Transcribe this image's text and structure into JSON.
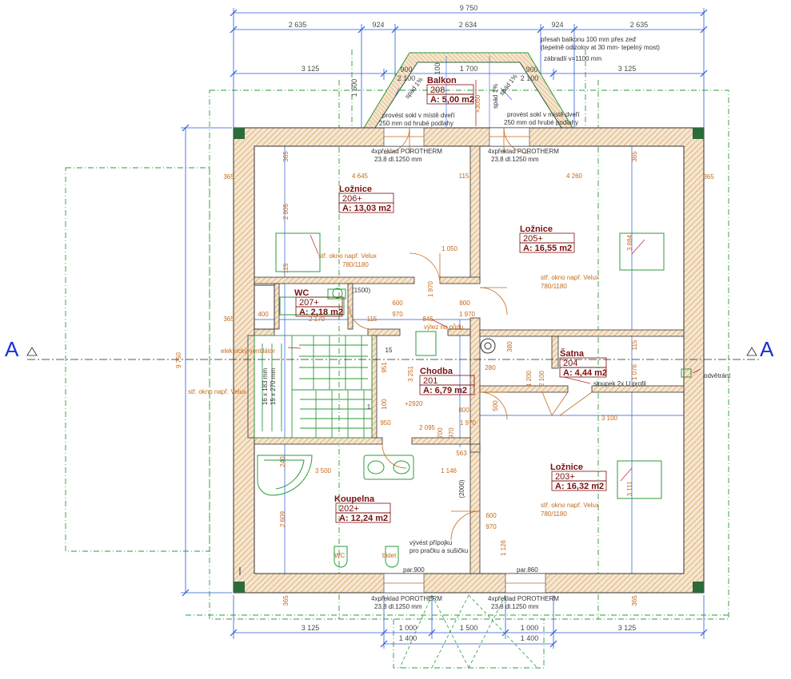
{
  "dimensions": {
    "top_total": "9 750",
    "top_row2": [
      "2 635",
      "924",
      "2 634",
      "924",
      "2 635"
    ],
    "top_row3": [
      "3 125",
      "1 700",
      "3 125"
    ],
    "balcony_dims": [
      "900",
      "900",
      "2 100",
      "2 100",
      "100",
      "1 600"
    ],
    "bottom_row1": [
      "3 125",
      "1 000",
      "1 500",
      "1 000",
      "3 125"
    ],
    "bottom_row2": [
      "1 400",
      "1 400"
    ],
    "left_total": "9 750",
    "side_365": "365",
    "inner": [
      "4 645",
      "115",
      "4 260",
      "2 805",
      "115",
      "1 050",
      "1 970",
      "970",
      "600",
      "800",
      "1 970",
      "845",
      "115",
      "400",
      "2 170",
      "380",
      "280",
      "3 251",
      "951",
      "100",
      "950",
      "2 095",
      "1 970",
      "700",
      "970",
      "800",
      "500",
      "1 200",
      "2 100",
      "3 100",
      "1 146",
      "563",
      "3 500",
      "2 609",
      "240",
      "600",
      "970",
      "1 126",
      "1 076",
      "115",
      "3 884",
      "3 111",
      "900"
    ],
    "stair_rise": "16 x 183 mm",
    "stair_tread": "15 x 270 mm",
    "stair_steps": [
      "15",
      "1"
    ]
  },
  "notes": {
    "balcony_note": [
      "přesah balkonu 100 mm přes zeď",
      "(tepelně odizolov at 30 mm- tepelný most)"
    ],
    "railing": "zábradlí v=1100 mm",
    "slope": "spád 1%",
    "sill_left": [
      "provést sokl v místě dveří",
      "250 mm od hrubé podlahy"
    ],
    "sill_right": [
      "provést sokl v místě dveří",
      "250 mm od hrubé podlahy"
    ],
    "lintel": [
      "4xpřeklad POROTHERM",
      "23,8 dl.1250 mm"
    ],
    "window": "stř. okno např. Velux",
    "window_size": "780/1180",
    "attic": "výlez na půdu",
    "fan": "elektrický ventilátor",
    "column": "sloupek 2x U profil",
    "vent": "odvětrání",
    "washer": [
      "vývést přípojku",
      "pro pračku a sušičku"
    ],
    "wc_fixture": "WC",
    "bidet": "bidet",
    "par_900": "par.900",
    "par_860": "par.860",
    "height_2000": "(2000)",
    "height_1500": "(1500)",
    "level": "+2920",
    "level2": "+3050",
    "section_marker": "A"
  },
  "rooms": [
    {
      "name": "Balkon",
      "num": "208",
      "area": "A: 5,00 m2"
    },
    {
      "name": "Ložnice",
      "num": "206+",
      "area": "A: 13,03 m2"
    },
    {
      "name": "Ložnice",
      "num": "205+",
      "area": "A: 16,55 m2"
    },
    {
      "name": "WC",
      "num": "207+",
      "area": "A: 2,18 m2"
    },
    {
      "name": "Šatna",
      "num": "204",
      "area": "A: 4,44 m2"
    },
    {
      "name": "Chodba",
      "num": "201",
      "area": "A: 6,79 m2"
    },
    {
      "name": "Ložnice",
      "num": "203+",
      "area": "A: 16,32 m2"
    },
    {
      "name": "Koupelna",
      "num": "202+",
      "area": "A: 12,24 m2"
    }
  ],
  "colors": {
    "wall": "#d9a56a",
    "wall_edge": "#333333",
    "dim_green": "#2c9b3a",
    "dim_blue": "#2a5ad8",
    "text_orange": "#c46a1a",
    "room_red": "#7a1010",
    "section_blue": "#1b2fd6"
  }
}
